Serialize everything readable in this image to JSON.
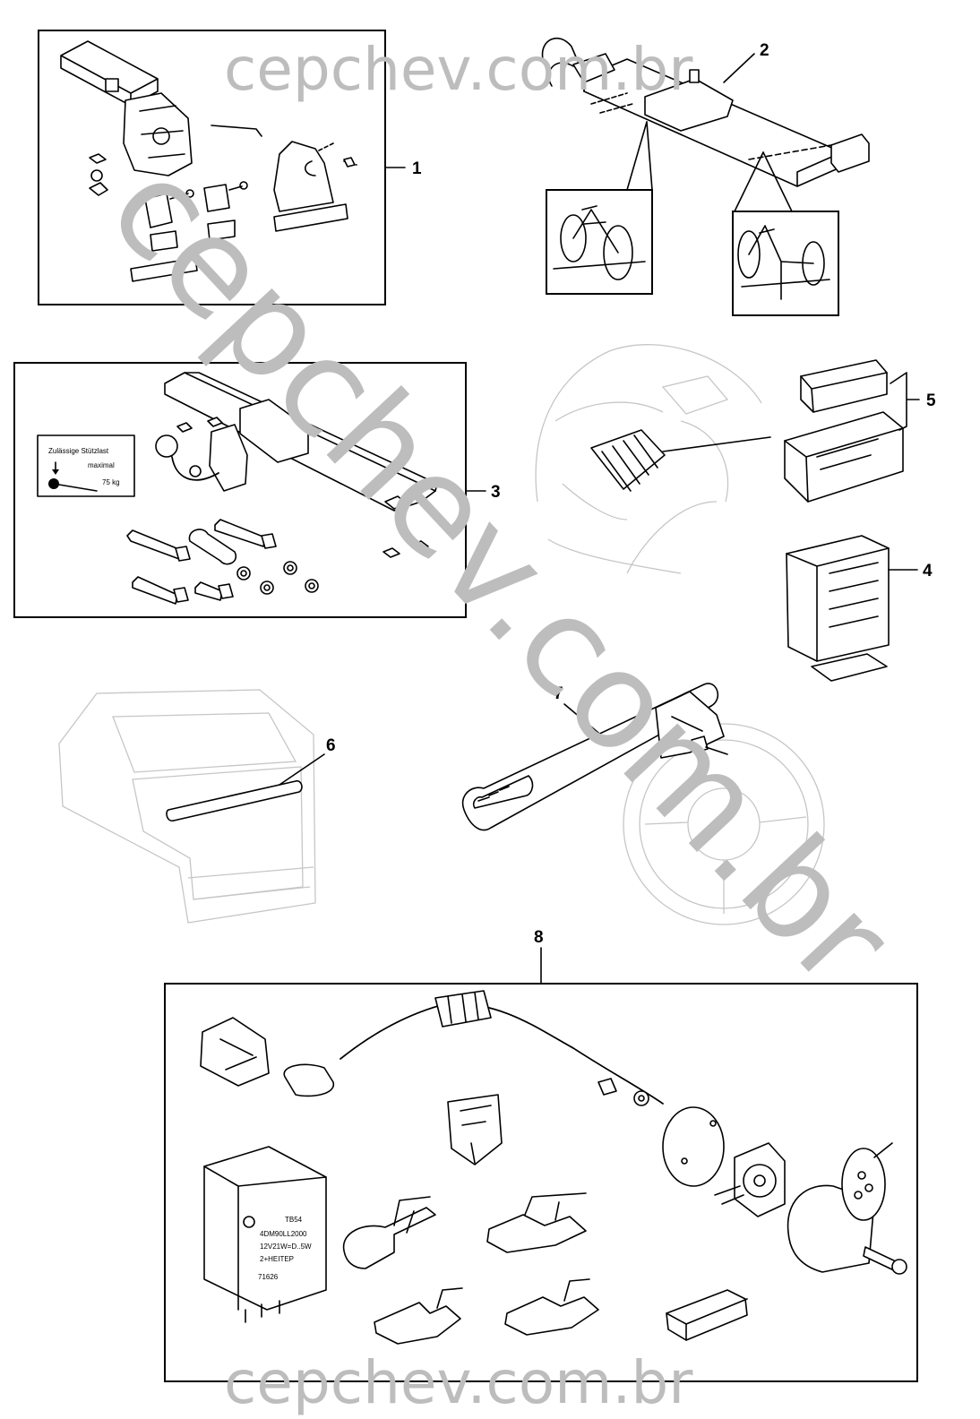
{
  "watermarks": {
    "top": "cepchev.com.br",
    "diagonal": "cepchev.com.br",
    "bottom": "cepchev.com.br"
  },
  "callouts": [
    "1",
    "2",
    "3",
    "4",
    "5",
    "6",
    "7",
    "8"
  ],
  "hitch_label": {
    "line1": "Zulässige Stützlast",
    "line2": "maximal",
    "line3": "75 kg"
  },
  "relay_label": {
    "line1": "TB54",
    "line2": "4DM90LL2000",
    "line3": "12V21W=D..5W",
    "line4": "2+HEITEP",
    "line5": "71626"
  }
}
